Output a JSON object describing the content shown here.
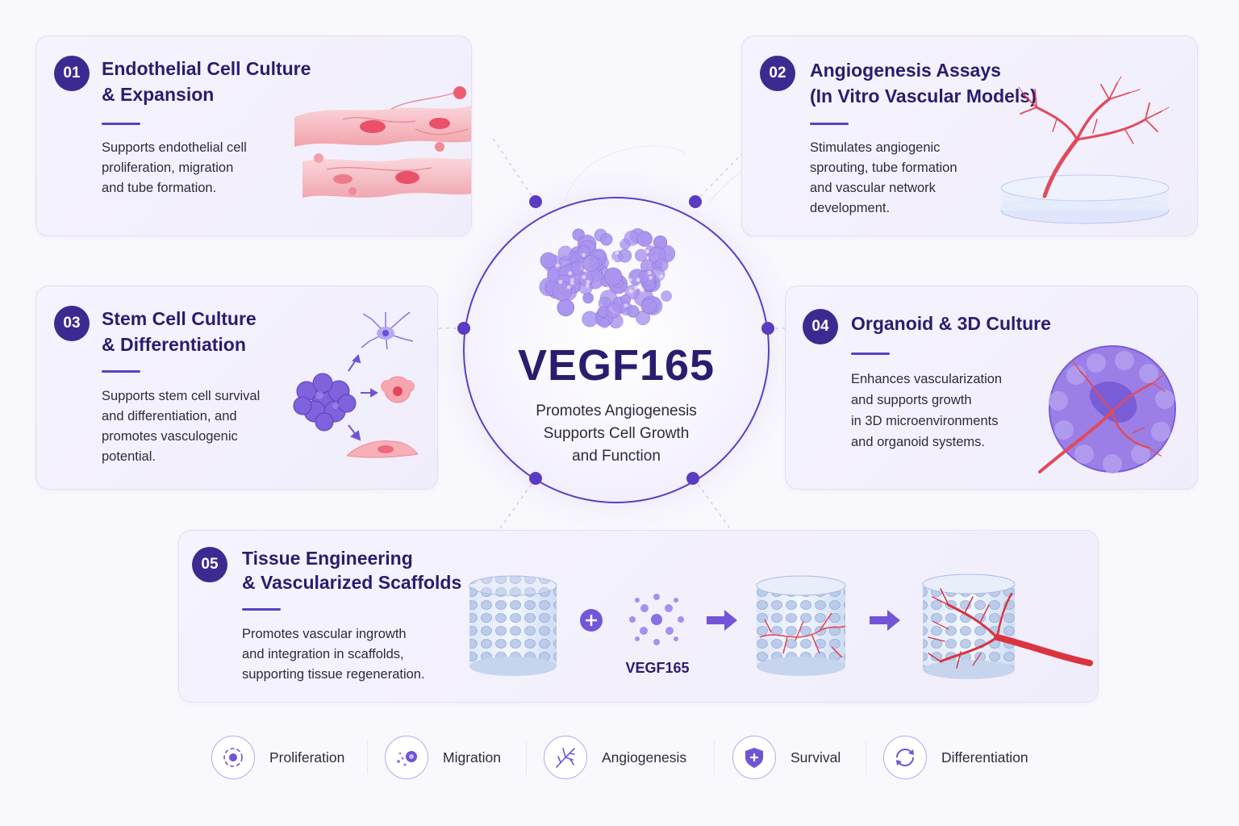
{
  "center": {
    "title": "VEGF165",
    "subtitle": [
      "Promotes Angiogenesis",
      "Supports Cell Growth",
      "and Function"
    ]
  },
  "cards": [
    {
      "number": "01",
      "title": [
        "Endothelial Cell Culture",
        "& Expansion"
      ],
      "description": [
        "Supports endothelial cell",
        "proliferation, migration",
        "and tube formation."
      ]
    },
    {
      "number": "02",
      "title": [
        "Angiogenesis Assays",
        "(In Vitro Vascular Models)"
      ],
      "description": [
        "Stimulates angiogenic",
        "sprouting, tube formation",
        "and vascular network",
        "development."
      ]
    },
    {
      "number": "03",
      "title": [
        "Stem Cell Culture",
        "& Differentiation"
      ],
      "description": [
        "Supports stem cell survival",
        "and differentiation, and",
        "promotes vasculogenic",
        "potential."
      ]
    },
    {
      "number": "04",
      "title": [
        "Organoid & 3D Culture"
      ],
      "description": [
        "Enhances vascularization",
        "and supports growth",
        "in 3D microenvironments",
        "and organoid systems."
      ]
    },
    {
      "number": "05",
      "title": [
        "Tissue Engineering",
        "& Vascularized Scaffolds"
      ],
      "description": [
        "Promotes vascular ingrowth",
        "and integration in scaffolds,",
        "supporting tissue regeneration."
      ],
      "scaffold_label": "VEGF165"
    }
  ],
  "legend": [
    {
      "label": "Proliferation",
      "icon": "proliferation-icon"
    },
    {
      "label": "Migration",
      "icon": "migration-icon"
    },
    {
      "label": "Angiogenesis",
      "icon": "angiogenesis-icon"
    },
    {
      "label": "Survival",
      "icon": "survival-shield-icon"
    },
    {
      "label": "Differentiation",
      "icon": "differentiation-cycle-icon"
    }
  ],
  "colors": {
    "primary": "#3d2a91",
    "accent": "#5b3fc4",
    "vessel": "#e0485a",
    "protein": "#a995ee"
  }
}
